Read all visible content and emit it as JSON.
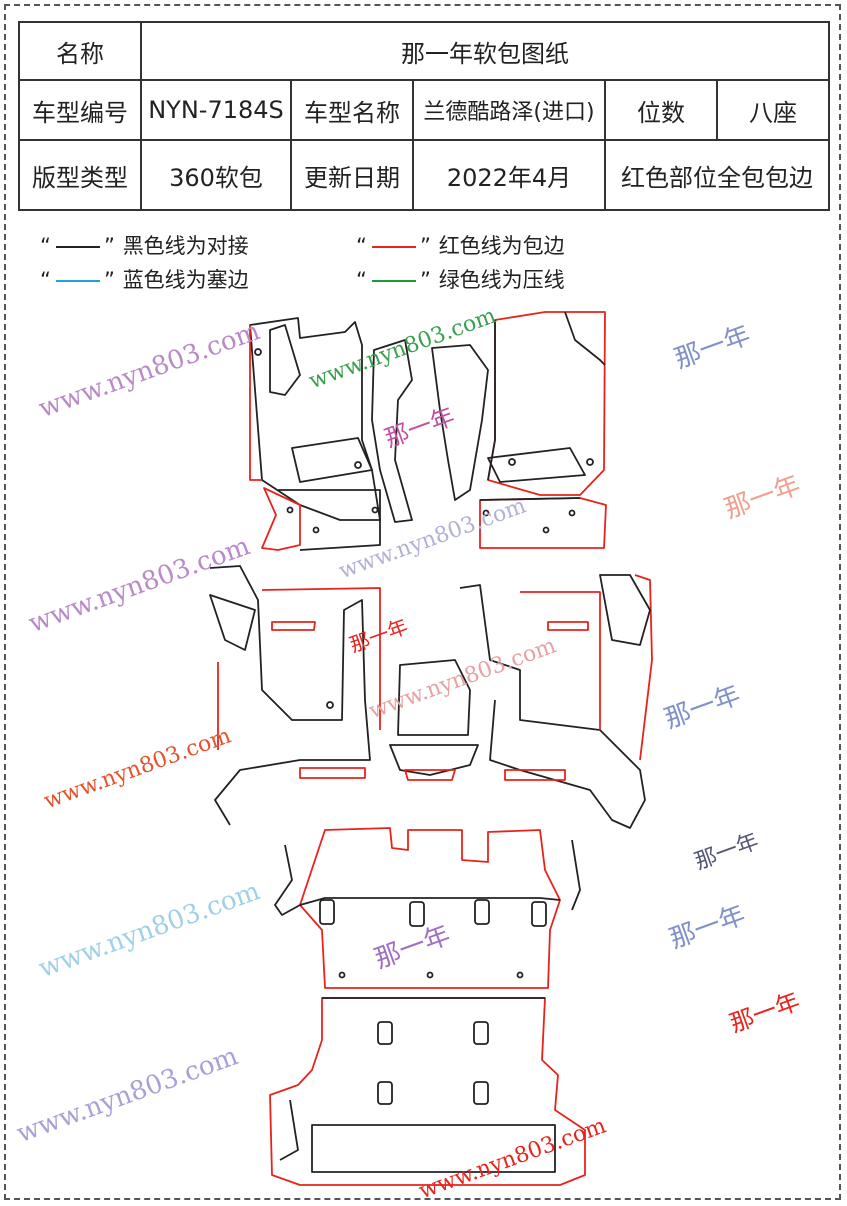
{
  "table": {
    "r1c1": "名称",
    "r1c2": "那一年软包图纸",
    "r2c1": "车型编号",
    "r2c2": "NYN-7184S",
    "r2c3": "车型名称",
    "r2c4": "兰德酷路泽(进口)",
    "r2c5": "位数",
    "r2c6": "八座",
    "r3c1": "版型类型",
    "r3c2": "360软包",
    "r3c3": "更新日期",
    "r3c4": "2022年4月",
    "r3c5": "红色部位全包包边"
  },
  "legend": {
    "black": "黑色线为对接",
    "red": "红色线为包边",
    "blue": "蓝色线为塞边",
    "green": "绿色线为压线",
    "open_quote": "“",
    "close_quote": "”"
  },
  "colors": {
    "black": "#222222",
    "red": "#e8231c",
    "blue": "#1ca4dc",
    "green": "#1e9a3c"
  },
  "watermark": {
    "url": "www.nyn803.com",
    "brand": "那一年"
  }
}
